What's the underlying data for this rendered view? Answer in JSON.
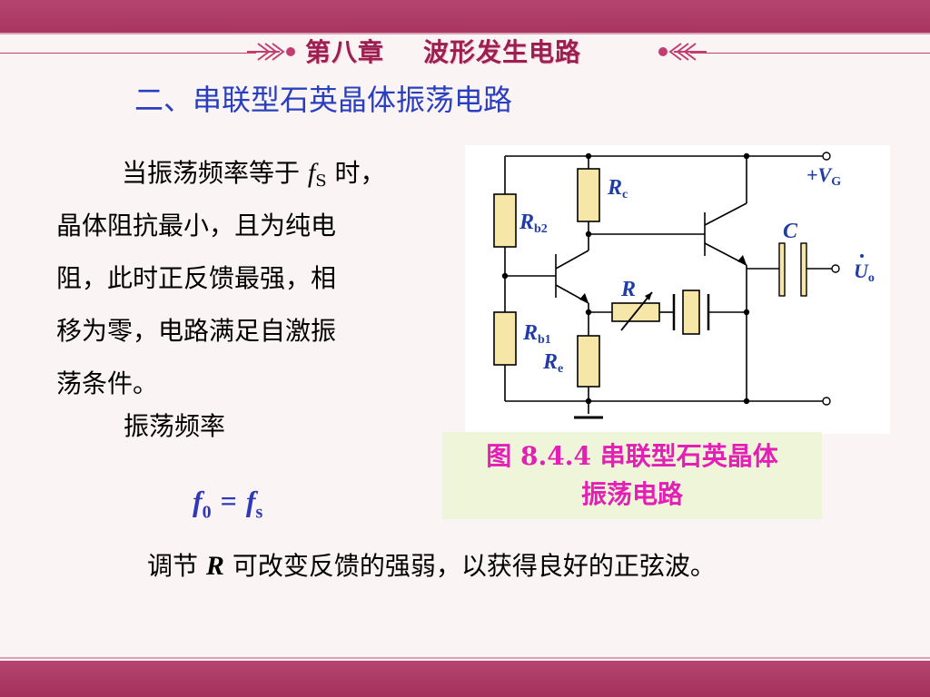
{
  "header": {
    "chapter_title": "第八章    波形发生电路"
  },
  "section_title": "二、串联型石英晶体振荡电路",
  "paragraph": {
    "line1_pre": "当振荡频率等于",
    "line1_var": "f",
    "line1_sub": "S",
    "line1_post": " 时，",
    "line2": "晶体阻抗最小，且为纯电",
    "line3": "阻，此时正反馈最强，相",
    "line4": "移为零，电路满足自激振",
    "line5": "荡条件。"
  },
  "osc_label": "振荡频率",
  "formula": {
    "lhs": "f",
    "lhs_sub": "0",
    "eq": "=",
    "rhs": "f",
    "rhs_sub": "s"
  },
  "bottom_text": {
    "pre": "调节 ",
    "var": "R",
    "post": " 可改变反馈的强弱，以获得良好的正弦波。"
  },
  "circuit_labels": {
    "rc": "R",
    "rc_sub": "c",
    "rb2": "R",
    "rb2_sub": "b2",
    "rb1": "R",
    "rb1_sub": "b1",
    "re": "R",
    "re_sub": "e",
    "r": "R",
    "c": "C",
    "vg": "+V",
    "vg_sub": "G",
    "uo": "U",
    "uo_sub": "o"
  },
  "caption": {
    "line1": "图 8.4.4    串联型石英晶体",
    "line2": "振荡电路"
  },
  "colors": {
    "banner": "#b5456f",
    "section_title": "#2a3fbf",
    "formula": "#3038b8",
    "caption_text": "#e31fb5",
    "caption_bg": "#eef5d9",
    "resistor_fill": "#f6e6a8"
  }
}
